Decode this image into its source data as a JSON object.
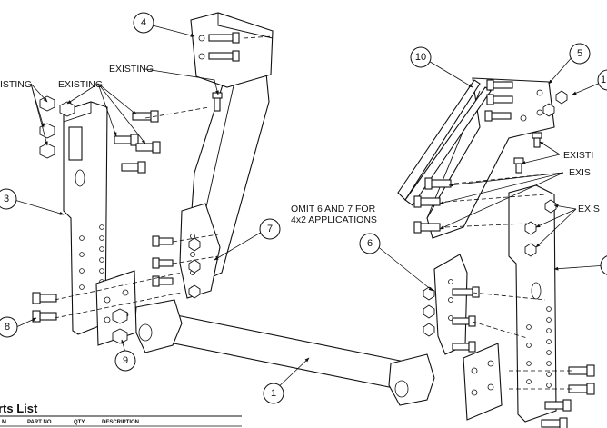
{
  "callouts": {
    "c1": "1",
    "c3": "3",
    "c4": "4",
    "c5": "5",
    "c6": "6",
    "c7": "7",
    "c8": "8",
    "c9": "9",
    "c10": "10",
    "c1r": "1"
  },
  "labels": {
    "existing_far_left": "EXISTING",
    "existing_left": "EXISTING",
    "existing_top": "EXISTING",
    "existing_right_1": "EXISTI",
    "existing_right_2": "EXIS",
    "existing_right_3": "EXIS",
    "omit_note_line1": "OMIT 6 AND 7 FOR",
    "omit_note_line2": "4x2 APPLICATIONS"
  },
  "parts_list": {
    "title": "rts List",
    "headers": [
      "M",
      "PART NO.",
      "QTY.",
      "DESCRIPTION"
    ]
  }
}
